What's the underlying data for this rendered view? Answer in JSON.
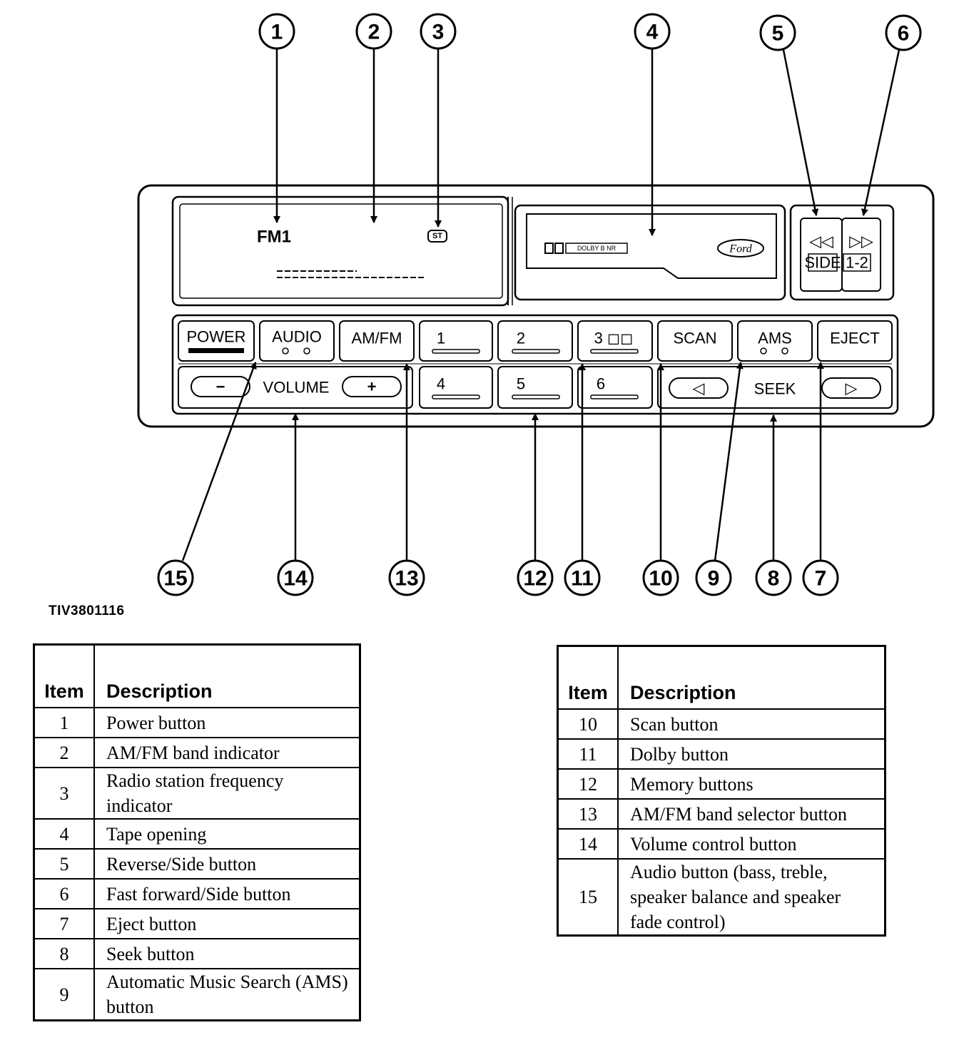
{
  "figure_id": "TIV3801116",
  "display": {
    "band": "FM1",
    "stereo": "ST",
    "dolby_label": "DOLBY B NR",
    "brand": "Ford"
  },
  "buttons": {
    "power": "POWER",
    "audio": "AUDIO",
    "amfm": "AM/FM",
    "preset1": "1",
    "preset2": "2",
    "preset3": "3 ◻◻",
    "preset4": "4",
    "preset5": "5",
    "preset6": "6",
    "scan": "SCAN",
    "ams": "AMS",
    "eject": "EJECT",
    "vol_minus": "−",
    "vol_plus": "+",
    "volume": "VOLUME",
    "seek_left": "◁",
    "seek_right": "▷",
    "seek": "SEEK",
    "rew": "◁◁",
    "ff": "▷▷",
    "side": "SIDE",
    "one_two": "1-2"
  },
  "callouts": [
    "1",
    "2",
    "3",
    "4",
    "5",
    "6",
    "7",
    "8",
    "9",
    "10",
    "11",
    "12",
    "13",
    "14",
    "15"
  ],
  "tables": {
    "headers": {
      "item": "Item",
      "description": "Description"
    },
    "left": [
      {
        "item": "1",
        "desc": "Power button"
      },
      {
        "item": "2",
        "desc": "AM/FM band indicator"
      },
      {
        "item": "3",
        "desc": "Radio station frequency indicator"
      },
      {
        "item": "4",
        "desc": "Tape opening"
      },
      {
        "item": "5",
        "desc": "Reverse/Side button"
      },
      {
        "item": "6",
        "desc": "Fast forward/Side button"
      },
      {
        "item": "7",
        "desc": "Eject button"
      },
      {
        "item": "8",
        "desc": "Seek button"
      },
      {
        "item": "9",
        "desc": "Automatic Music Search (AMS) button"
      }
    ],
    "right": [
      {
        "item": "10",
        "desc": "Scan button"
      },
      {
        "item": "11",
        "desc": "Dolby button"
      },
      {
        "item": "12",
        "desc": "Memory buttons"
      },
      {
        "item": "13",
        "desc": "AM/FM band selector button"
      },
      {
        "item": "14",
        "desc": "Volume control button"
      },
      {
        "item": "15",
        "desc": "Audio button (bass, treble, speaker balance and speaker fade control)"
      }
    ]
  }
}
